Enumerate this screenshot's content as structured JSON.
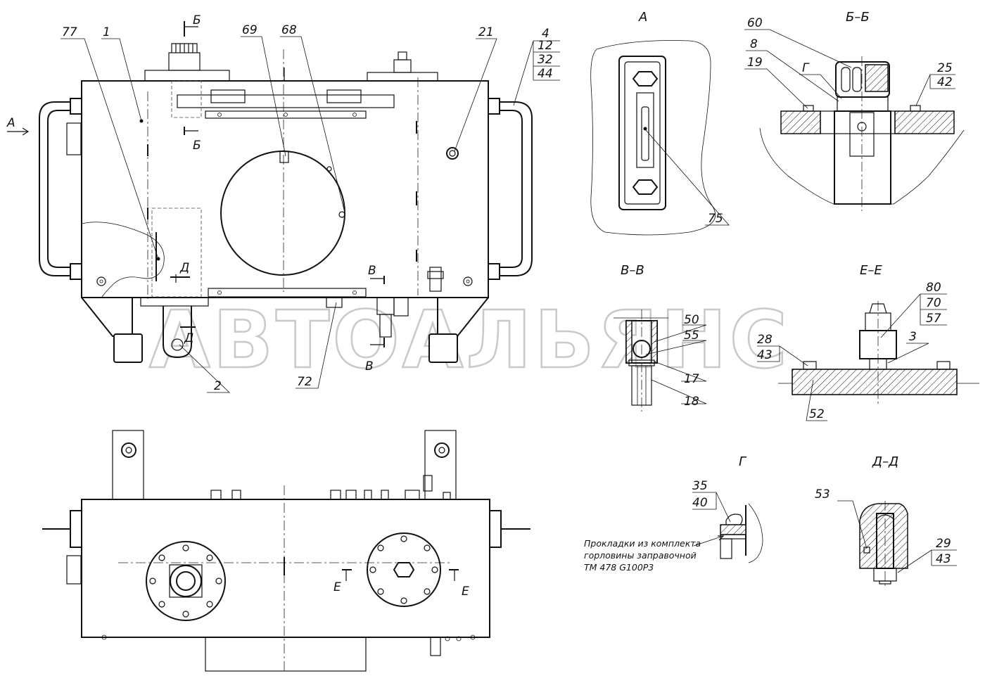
{
  "watermark": "АВТОАЛЬЯНС",
  "views": {
    "view_a": "А",
    "section_b": "Б–Б",
    "section_v": "В–В",
    "section_e": "Е–Е",
    "detail_g": "Г",
    "section_d": "Д–Д"
  },
  "cut_marks": {
    "a": "А",
    "b": "Б",
    "v": "В",
    "d": "Д",
    "e": "Е",
    "g": "Г"
  },
  "callouts": {
    "p77": "77",
    "p1": "1",
    "p69": "69",
    "p68": "68",
    "p21": "21",
    "p4": "4",
    "p12": "12",
    "p32": "32",
    "p44": "44",
    "p2": "2",
    "p72": "72",
    "p75": "75",
    "p60": "60",
    "p8": "8",
    "p19": "19",
    "p25": "25",
    "p42": "42",
    "p50": "50",
    "p55": "55",
    "p17": "17",
    "p18": "18",
    "p80": "80",
    "p70": "70",
    "p57": "57",
    "p28": "28",
    "p43a": "43",
    "p3": "3",
    "p52": "52",
    "p35": "35",
    "p40": "40",
    "p53": "53",
    "p29": "29",
    "p43b": "43"
  },
  "note_lines": [
    "Прокладки из комплекта",
    "горловины заправочной",
    "ТМ 478 G100Р3"
  ]
}
